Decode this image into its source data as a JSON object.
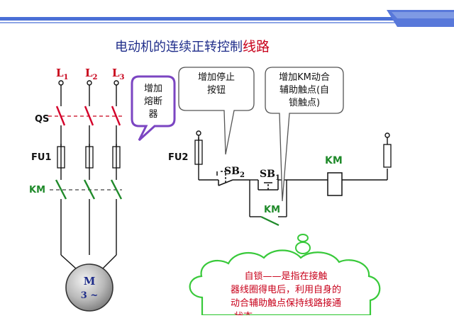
{
  "title": {
    "main": "电动机的连续正转控制",
    "highlight": "线路"
  },
  "three_phase": {
    "phases": [
      {
        "letter": "L",
        "sub": "1"
      },
      {
        "letter": "L",
        "sub": "2"
      },
      {
        "letter": "L",
        "sub": "3"
      }
    ],
    "qs_label": "QS",
    "fu1_label": "FU1",
    "km_label": "KM"
  },
  "motor": {
    "line1": "M",
    "line2": "3 ~"
  },
  "control": {
    "fu2_label": "FU2",
    "sb2_label": "SB",
    "sb2_sub": "2",
    "sb1_label": "SB",
    "sb1_sub": "1",
    "km_aux_label": "KM",
    "km_coil_label": "KM"
  },
  "callouts": {
    "fuse_note": [
      "增加",
      "熔断",
      "器"
    ],
    "stop_note": [
      "增加停止",
      "按钮"
    ],
    "aux_note": [
      "增加KM动合",
      "辅助触点(自",
      "锁触点)"
    ]
  },
  "cloud_note": [
    "自锁——是指在接触",
    "器线圈得电后，利用自身的",
    "动合辅助触点保持线路接通",
    "状态"
  ],
  "colors": {
    "header_blue": "#4a6fd6",
    "title_navy": "#1f2d8a",
    "title_red": "#c8001a",
    "wire": "#111111",
    "switch_red": "#d4002a",
    "switch_green": "#1f8a2a",
    "violet": "#7b45c2",
    "cloud_green": "#38c93a",
    "cloud_text_red": "#c8001a"
  }
}
